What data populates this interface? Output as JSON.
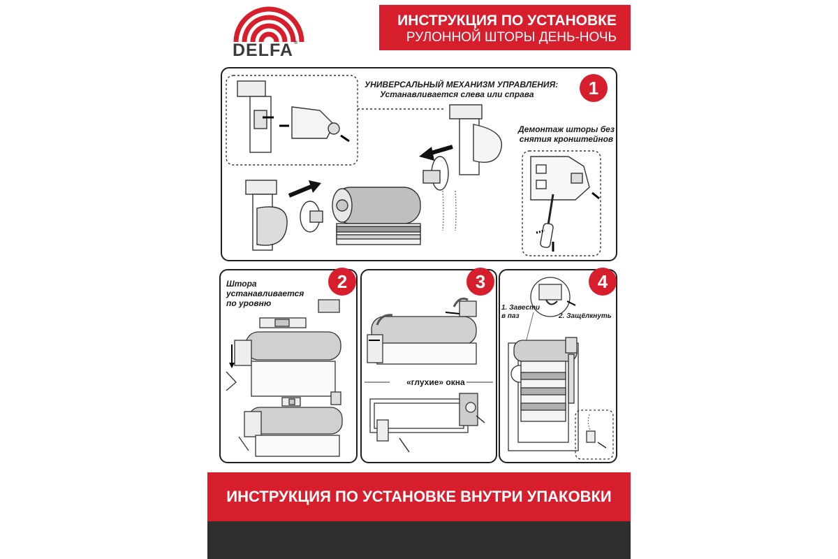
{
  "brand": {
    "name": "DELFA",
    "registered": "®"
  },
  "header": {
    "title_line1": "ИНСТРУКЦИЯ ПО УСТАНОВКЕ",
    "title_line2": "РУЛОННОЙ ШТОРЫ ДЕНЬ-НОЧЬ"
  },
  "step1": {
    "number": "1",
    "heading": "УНИВЕРСАЛЬНЫЙ МЕХАНИЗМ УПРАВЛЕНИЯ:",
    "subheading": "Устанавливается слева или справа",
    "dismount_line1": "Демонтаж шторы без",
    "dismount_line2": "снятия кронштейнов"
  },
  "step2": {
    "number": "2",
    "note_line1": "Штора",
    "note_line2": "устанавливается",
    "note_line3": "по уровню"
  },
  "step3": {
    "number": "3",
    "label": "«глухие» окна"
  },
  "step4": {
    "number": "4",
    "label1_line1": "1. Завести",
    "label1_line2": "в паз",
    "label2": "2. Защёлкнуть"
  },
  "footer": {
    "text": "ИНСТРУКЦИЯ ПО УСТАНОВКЕ ВНУТРИ УПАКОВКИ"
  },
  "colors": {
    "accent": "#d61e2d",
    "ink": "#1e1e1e",
    "dark_band": "#2f2f2f"
  }
}
